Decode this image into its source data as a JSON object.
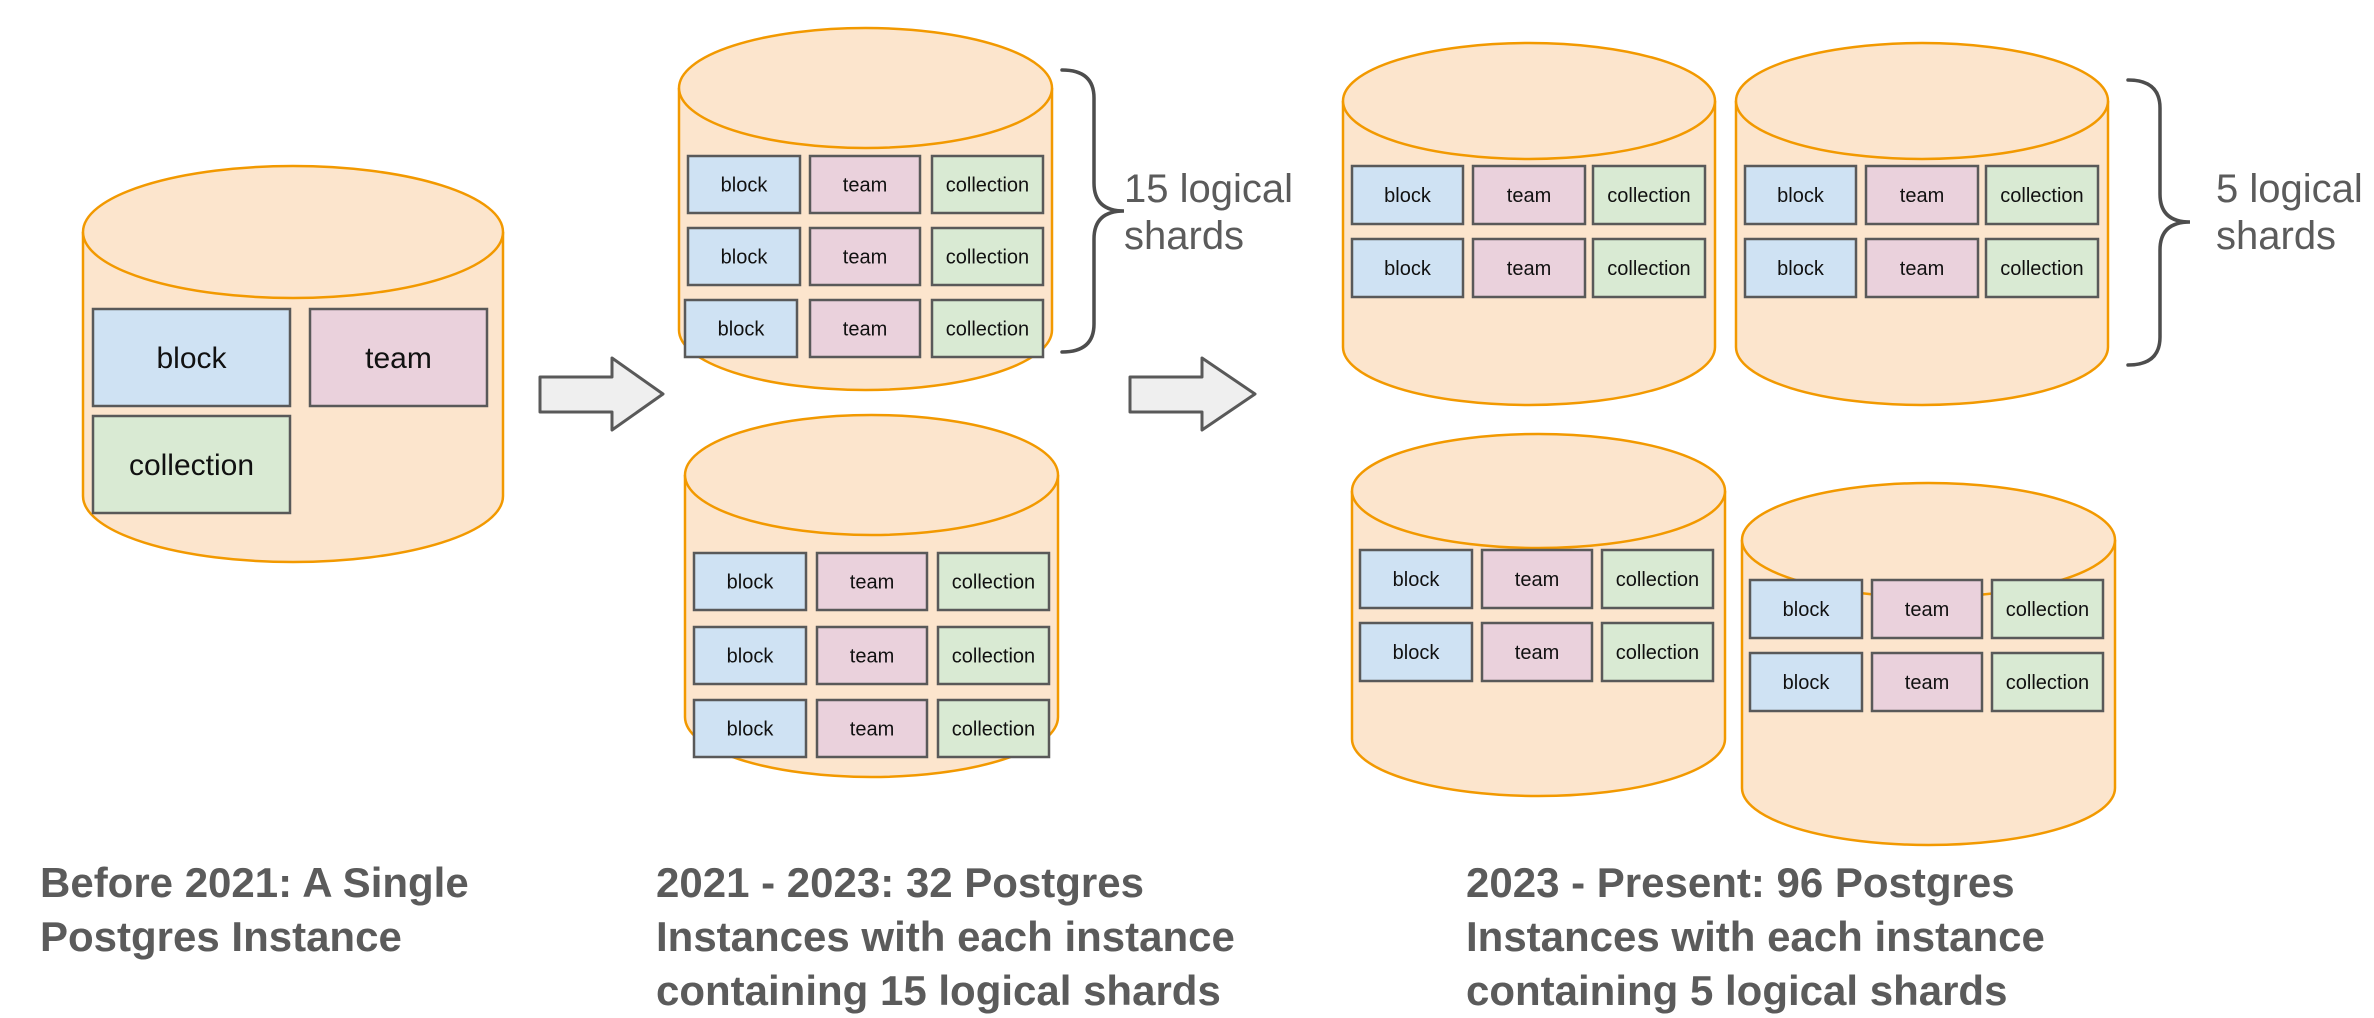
{
  "colors": {
    "background": "#ffffff",
    "cylinder_fill": "#fce5cd",
    "cylinder_stroke": "#f29900",
    "box_stroke": "#595959",
    "block_fill": "#cfe2f3",
    "team_fill": "#ead1dc",
    "collection_fill": "#d9ead3",
    "arrow_fill": "#efefef",
    "arrow_stroke": "#595959",
    "brace_stroke": "#4d4d4d",
    "gray_text": "#5b5b5b",
    "box_text": "#111111"
  },
  "tables": {
    "block": "block",
    "team": "team",
    "collection": "collection"
  },
  "annotations": {
    "shards15": {
      "line1": "15 logical",
      "line2": "shards"
    },
    "shards5": {
      "line1": "5 logical",
      "line2": "shards"
    }
  },
  "captions": {
    "stage1": {
      "line1": "Before 2021: A Single",
      "line2": "Postgres Instance"
    },
    "stage2": {
      "line1": "2021 - 2023: 32 Postgres",
      "line2": "Instances with each instance",
      "line3": "containing 15 logical shards"
    },
    "stage3": {
      "line1": "2023 - Present: 96 Postgres",
      "line2": "Instances with each instance",
      "line3": "containing 5 logical shards"
    }
  },
  "icons": {
    "transition_arrow": "right-block-arrow",
    "shard_group_brace": "curly-brace"
  }
}
